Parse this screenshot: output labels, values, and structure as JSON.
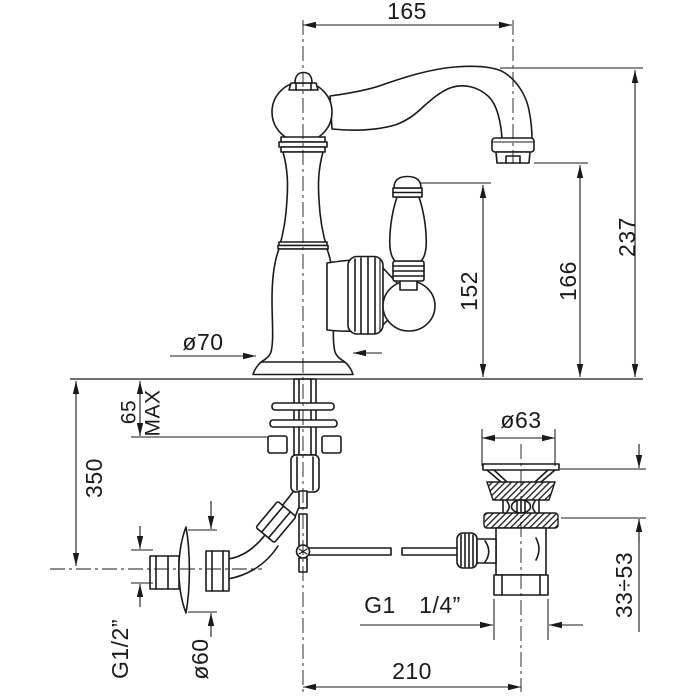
{
  "drawing": {
    "type": "faucet-installation-technical-drawing",
    "line_color": "#1a1a1a",
    "background_color": "#ffffff",
    "labels": {
      "spout_reach": "165",
      "overall_height": "237",
      "outlet_height": "166",
      "handle_height": "152",
      "base_diameter": "ø70",
      "max_deck_thickness": "65",
      "max_deck_suffix": "MAX",
      "below_deck_depth": "350",
      "waste_flange_diameter": "ø63",
      "basin_clamp_range": "33÷53",
      "supply_thread": "G1/2”",
      "wall_flange_diameter": "ø60",
      "waste_thread_prefix": "G1",
      "waste_thread_size": "1/4”",
      "centre_distance": "210"
    }
  }
}
